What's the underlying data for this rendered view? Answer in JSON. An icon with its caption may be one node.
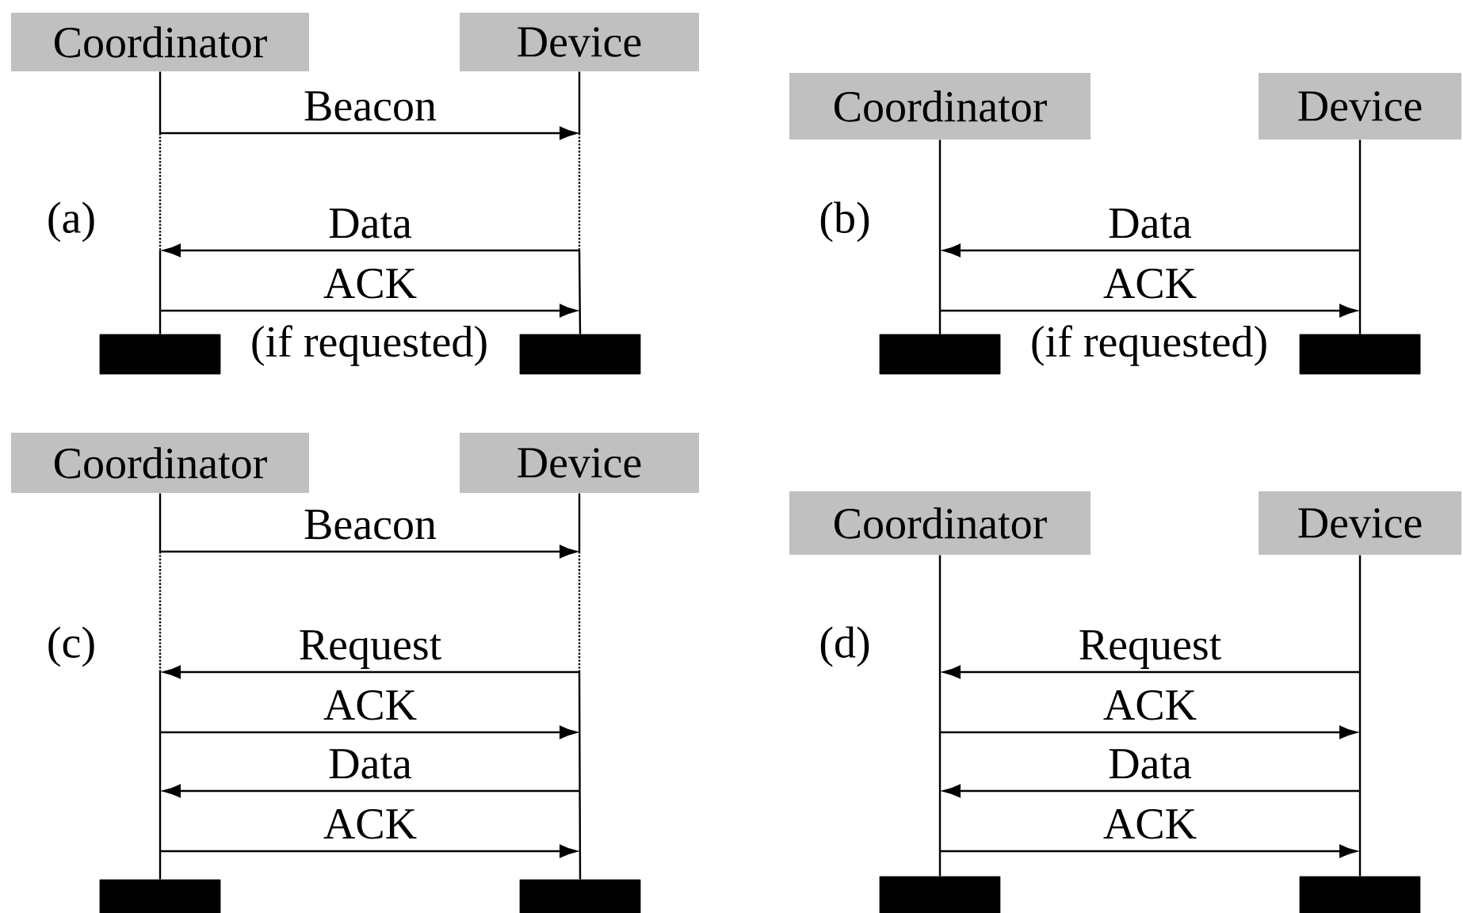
{
  "diagram": {
    "nodes": [
      {
        "text": [
          "Coordinator"
        ]
      },
      {
        "text": [
          "Device"
        ]
      },
      {
        "text": [],
        "shape": "bar"
      },
      {
        "text": [],
        "shape": "bar"
      },
      {
        "text": [
          "Coordinator"
        ]
      },
      {
        "text": [
          "Device"
        ]
      },
      {
        "text": [],
        "shape": "bar"
      },
      {
        "text": [],
        "shape": "bar"
      },
      {
        "text": [
          "Coordinator"
        ]
      },
      {
        "text": [
          "Device"
        ]
      },
      {
        "text": [],
        "shape": "bar"
      },
      {
        "text": [],
        "shape": "bar"
      },
      {
        "text": [
          "Coordinator"
        ]
      },
      {
        "text": [
          "Device"
        ]
      },
      {
        "text": [],
        "shape": "bar"
      },
      {
        "text": [],
        "shape": "bar"
      }
    ],
    "edges": [
      {
        "from": 0,
        "to": 2,
        "arrow": "none"
      },
      {
        "from": 1,
        "to": 3,
        "arrow": "none"
      },
      {
        "from": 4,
        "to": 6,
        "arrow": "none"
      },
      {
        "from": 5,
        "to": 7,
        "arrow": "none"
      },
      {
        "from": 8,
        "to": 10,
        "arrow": "none"
      },
      {
        "from": 9,
        "to": 11,
        "arrow": "none"
      },
      {
        "from": 12,
        "to": 14,
        "arrow": "none"
      },
      {
        "from": 13,
        "to": 15,
        "arrow": "none"
      }
    ],
    "labels": [
      "Beacon",
      "(a)",
      "Data",
      "ACK",
      "(if requested)",
      "(b)",
      "Data",
      "ACK",
      "(if requested)",
      "Beacon",
      "(c)",
      "Request",
      "ACK",
      "Data",
      "ACK",
      "(d)",
      "Request",
      "ACK",
      "Data",
      "ACK"
    ]
  }
}
